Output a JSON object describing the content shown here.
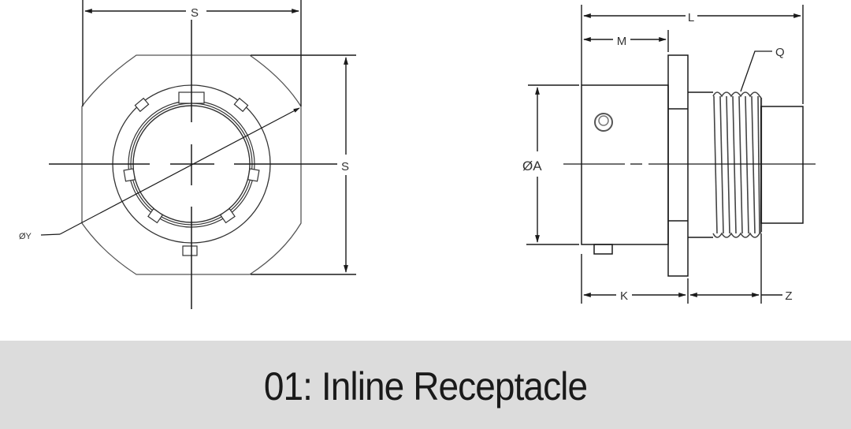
{
  "caption": {
    "title": "01: Inline Receptacle"
  },
  "front_view": {
    "dimension_labels": {
      "width": "S",
      "height": "S",
      "diameter": "ØY"
    }
  },
  "side_view": {
    "dimension_labels": {
      "overall_length": "L",
      "flange_offset": "M",
      "thread": "Q",
      "body_diameter": "ØA",
      "body_length": "K",
      "thread_length": "Z"
    }
  },
  "colors": {
    "line": "#1a1a1a",
    "caption_bg": "#dcdcdc",
    "caption_text": "#1a1a1a",
    "label": "#333333"
  }
}
